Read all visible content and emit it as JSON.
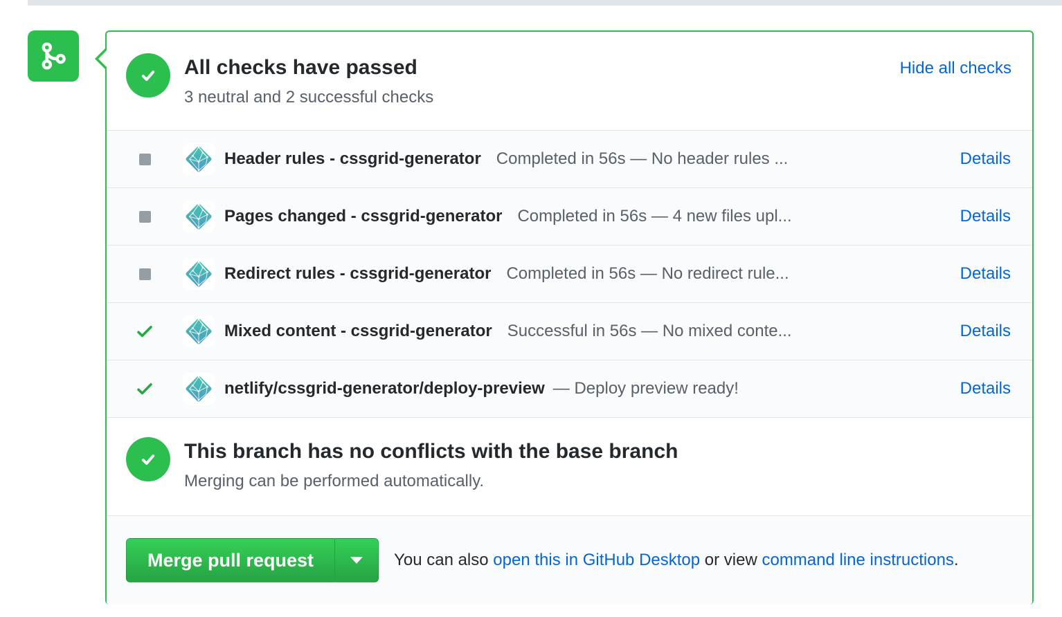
{
  "colors": {
    "box_border_green": "#2cbe4e",
    "success_green": "#28a745",
    "neutral_gray": "#959da5",
    "link_blue": "#0366d6",
    "muted_text": "#586069",
    "button_green_top": "#34d058",
    "button_green_bottom": "#28a745"
  },
  "timeline": {
    "icon": "git-merge-icon"
  },
  "merge_box": {
    "checks_header": {
      "title": "All checks have passed",
      "subtitle": "3 neutral and 2 successful checks",
      "hide_link": "Hide all checks"
    },
    "checks": [
      {
        "status": "neutral",
        "app_icon": "netlify-icon",
        "name": "Header rules - cssgrid-generator",
        "description": "Completed in 56s — No header rules ...",
        "details": "Details"
      },
      {
        "status": "neutral",
        "app_icon": "netlify-icon",
        "name": "Pages changed - cssgrid-generator",
        "description": "Completed in 56s — 4 new files upl...",
        "details": "Details"
      },
      {
        "status": "neutral",
        "app_icon": "netlify-icon",
        "name": "Redirect rules - cssgrid-generator",
        "description": "Completed in 56s — No redirect rule...",
        "details": "Details"
      },
      {
        "status": "success",
        "app_icon": "netlify-icon",
        "name": "Mixed content - cssgrid-generator",
        "description": "Successful in 56s — No mixed conte...",
        "details": "Details"
      },
      {
        "status": "success",
        "app_icon": "netlify-icon",
        "name": "netlify/cssgrid-generator/deploy-preview",
        "description": "— Deploy preview ready!",
        "details": "Details"
      }
    ],
    "merge_status": {
      "title": "This branch has no conflicts with the base branch",
      "subtitle": "Merging can be performed automatically."
    },
    "actions": {
      "merge_button": "Merge pull request",
      "caption_prefix": "You can also ",
      "desktop_link": "open this in GitHub Desktop",
      "caption_middle": " or view ",
      "cli_link": "command line instructions",
      "caption_suffix": "."
    }
  }
}
